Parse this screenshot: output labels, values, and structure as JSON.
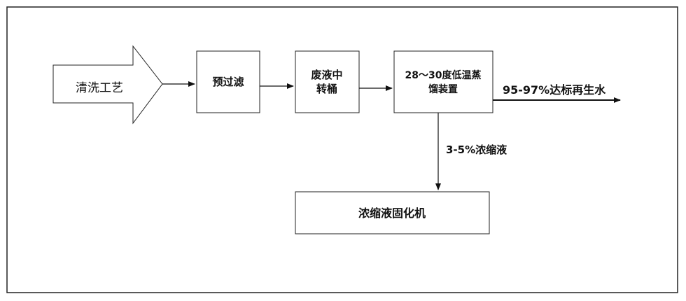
{
  "process": {
    "source": "清洗工艺",
    "prefilter": "预过滤",
    "transfer_line1": "废液中",
    "transfer_line2": "转桶",
    "distill_line1": "28～30度低温蒸",
    "distill_line2": "馏装置",
    "output_label": "95-97%达标再生水",
    "concentrate_label": "3-5%浓缩液",
    "solidifier": "浓缩液固化机"
  }
}
